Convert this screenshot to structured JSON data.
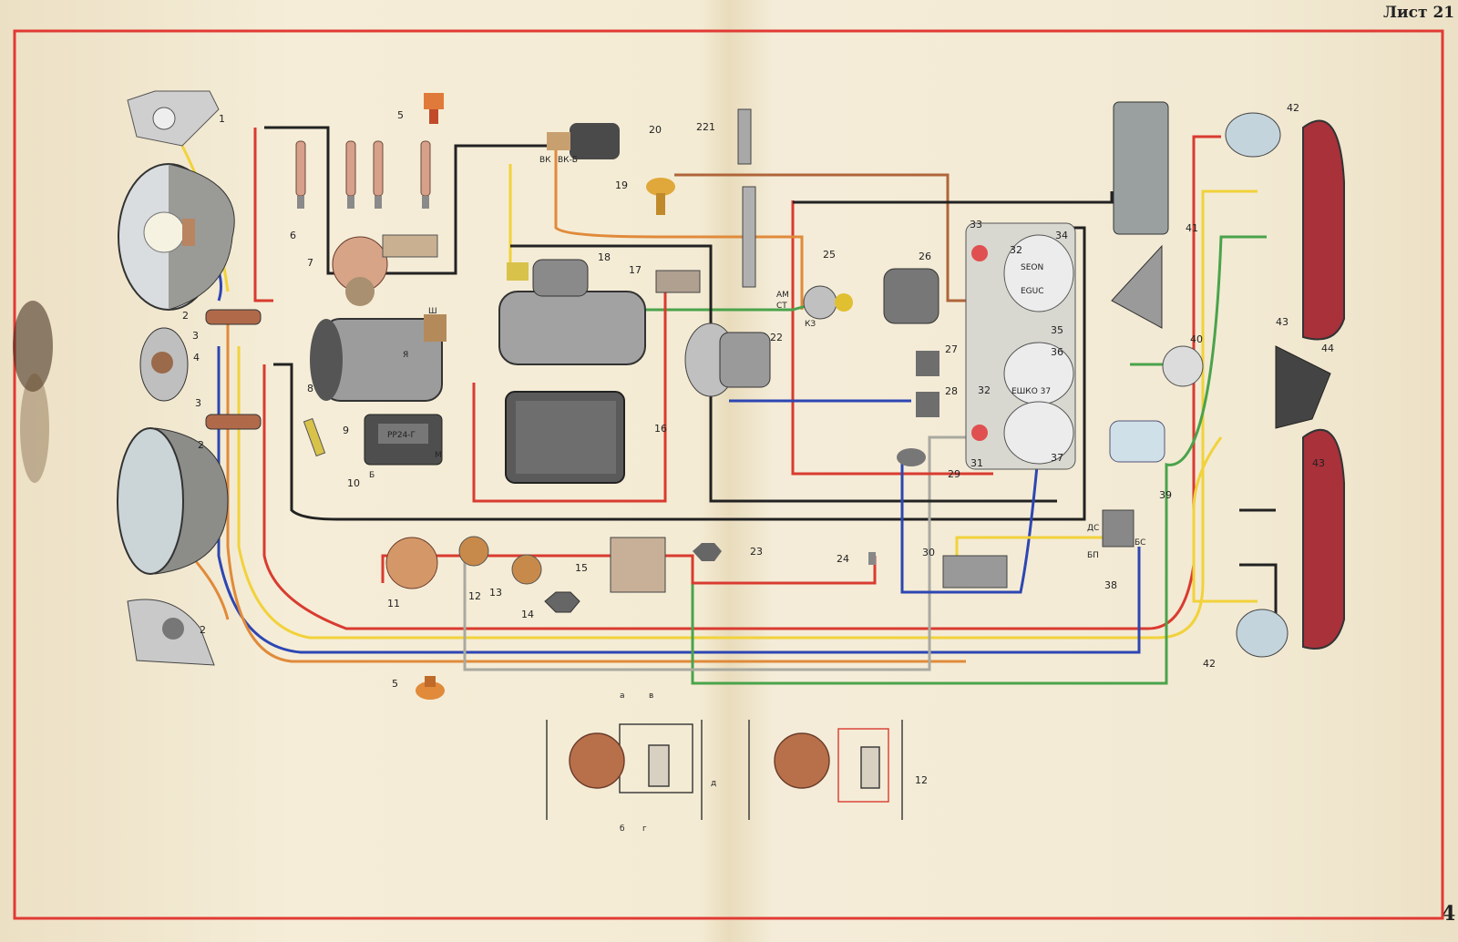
{
  "sheet": {
    "label": "Лист 21",
    "corner_number": "4"
  },
  "colors": {
    "frame": "#e13a34",
    "red": "#d93b30",
    "yellow": "#f1d23a",
    "blue": "#2d46b3",
    "green": "#4aa34b",
    "orange": "#e08a3a",
    "black": "#222222",
    "grey": "#a9a9a0",
    "brown": "#b0643a"
  },
  "callouts": [
    "1",
    "2",
    "2",
    "2",
    "3",
    "3",
    "4",
    "5",
    "5",
    "6",
    "7",
    "8",
    "9",
    "10",
    "11",
    "12",
    "13",
    "14",
    "15",
    "16",
    "17",
    "18",
    "19",
    "20",
    "221",
    "22",
    "23",
    "24",
    "25",
    "26",
    "27",
    "28",
    "29",
    "30",
    "31",
    "32",
    "32",
    "33",
    "34",
    "35",
    "36",
    "37",
    "38",
    "39",
    "40",
    "41",
    "42",
    "42",
    "43",
    "43",
    "44",
    "12"
  ],
  "detail_letters": [
    "а",
    "в",
    "б",
    "г",
    "д"
  ],
  "instrument_texts": [
    "EGUC",
    "SEON",
    "ЕШКО 37"
  ],
  "terminal_labels": [
    "ДС",
    "БС",
    "БП",
    "Ш",
    "Я",
    "М",
    "Б",
    "ВК",
    "ВК-Б",
    "АМ",
    "СТ",
    "КЗ"
  ],
  "regulator_text": "РР24-Г"
}
